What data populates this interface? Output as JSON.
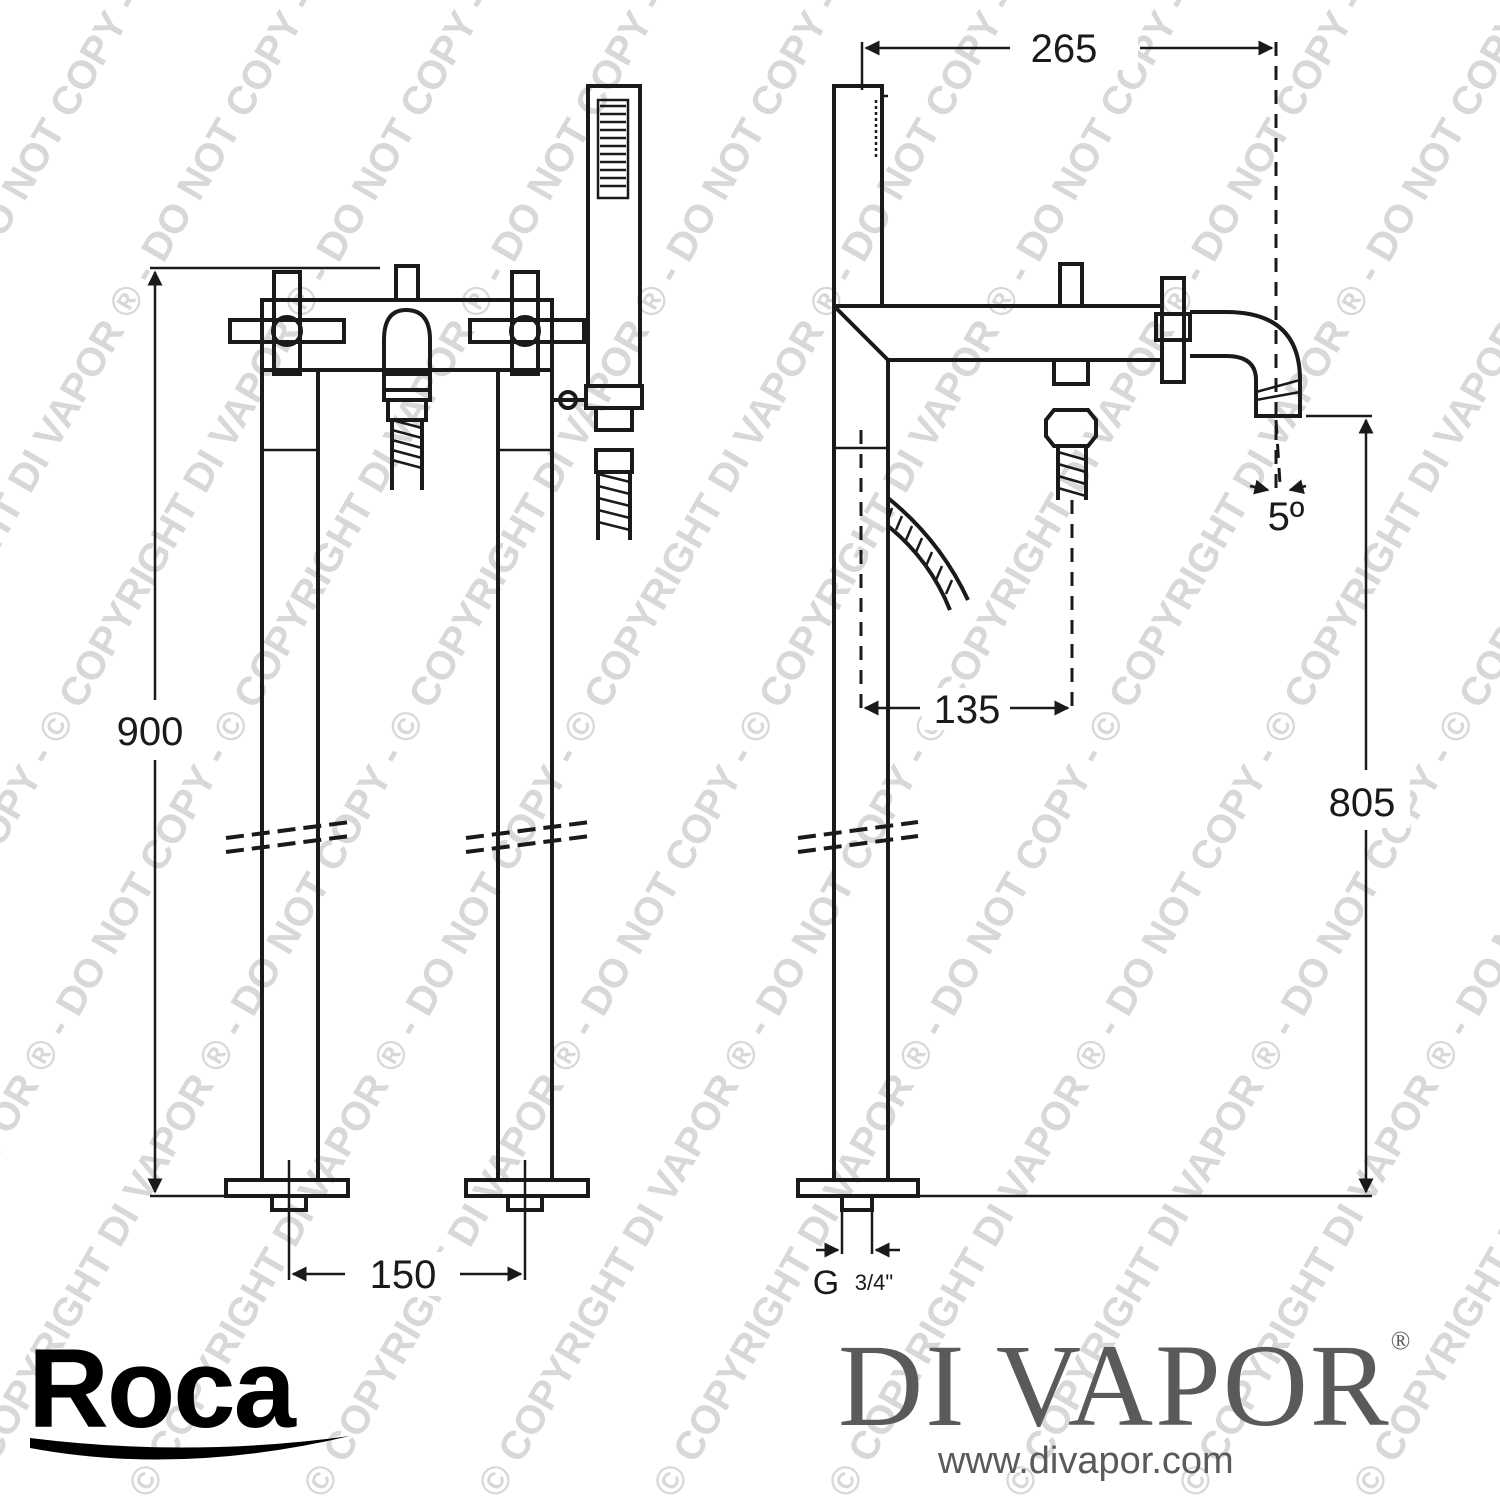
{
  "watermark": {
    "text": "© COPYRIGHT DI VAPOR ® - DO NOT COPY -"
  },
  "dimensions": {
    "overall_height": "900",
    "valve_spacing": "150",
    "spout_reach": "265",
    "hose_offset": "135",
    "spout_height": "805",
    "spout_angle": "5º",
    "thread_label_main": "G",
    "thread_label_fraction": "3/4\""
  },
  "branding": {
    "manufacturer": "Roca",
    "retailer": "DI VAPOR",
    "retailer_mark": "®",
    "website": "www.divapor.com"
  }
}
